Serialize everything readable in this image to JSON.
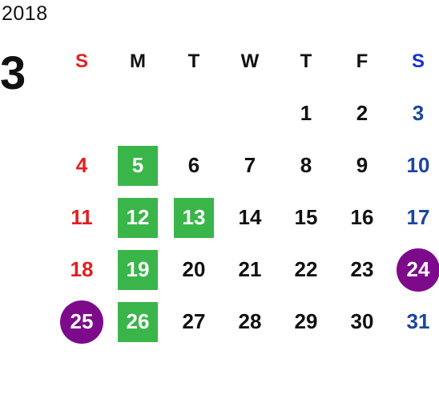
{
  "calendar": {
    "year": "2018",
    "month": "3",
    "weekdays": [
      "S",
      "M",
      "T",
      "W",
      "T",
      "F",
      "S"
    ],
    "weeks": [
      [
        "",
        "",
        "",
        "",
        "1",
        "2",
        "3"
      ],
      [
        "4",
        "5",
        "6",
        "7",
        "8",
        "9",
        "10"
      ],
      [
        "11",
        "12",
        "13",
        "14",
        "15",
        "16",
        "17"
      ],
      [
        "18",
        "19",
        "20",
        "21",
        "22",
        "23",
        "24"
      ],
      [
        "25",
        "26",
        "27",
        "28",
        "29",
        "30",
        "31"
      ]
    ],
    "highlighted_green": [
      "5",
      "12",
      "13",
      "19",
      "26"
    ],
    "highlighted_purple": [
      "24",
      "25"
    ],
    "colors": {
      "sunday": "#e02020",
      "saturday": "#1a46a0",
      "green_highlight": "#3ab54a",
      "purple_highlight": "#7d0a8a"
    }
  }
}
